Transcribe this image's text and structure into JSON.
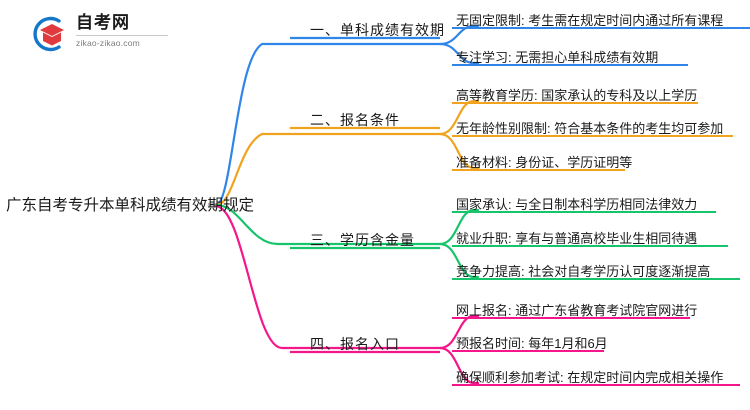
{
  "logo": {
    "name_cn": "自考网",
    "domain": "zikao-zikao.com",
    "mark_arc_color": "#1477c8",
    "mark_cap_color": "#e03a3e"
  },
  "mindmap": {
    "root": {
      "title": "广东自考专升本单科成绩有效期规定"
    },
    "branches": [
      {
        "id": "branch-1",
        "label": "一、单科成绩有效期",
        "color": "#2f86e8",
        "children": [
          {
            "label": "无固定限制: 考生需在规定时间内通过所有课程"
          },
          {
            "label": "专注学习: 无需担心单科成绩有效期"
          }
        ]
      },
      {
        "id": "branch-2",
        "label": "二、报名条件",
        "color": "#f0a31e",
        "children": [
          {
            "label": "高等教育学历: 国家承认的专科及以上学历"
          },
          {
            "label": "无年龄性别限制: 符合基本条件的考生均可参加"
          },
          {
            "label": "准备材料: 身份证、学历证明等"
          }
        ]
      },
      {
        "id": "branch-3",
        "label": "三、学历含金量",
        "color": "#17c46b",
        "children": [
          {
            "label": "国家承认: 与全日制本科学历相同法律效力"
          },
          {
            "label": "就业升职: 享有与普通高校毕业生相同待遇"
          },
          {
            "label": "竞争力提高: 社会对自考学历认可度逐渐提高"
          }
        ]
      },
      {
        "id": "branch-4",
        "label": "四、报名入口",
        "color": "#f5168c",
        "children": [
          {
            "label": "网上报名: 通过广东省教育考试院官网进行"
          },
          {
            "label": "预报名时间: 每年1月和6月"
          },
          {
            "label": "确保顺利参加考试: 在规定时间内完成相关操作"
          }
        ]
      }
    ]
  }
}
